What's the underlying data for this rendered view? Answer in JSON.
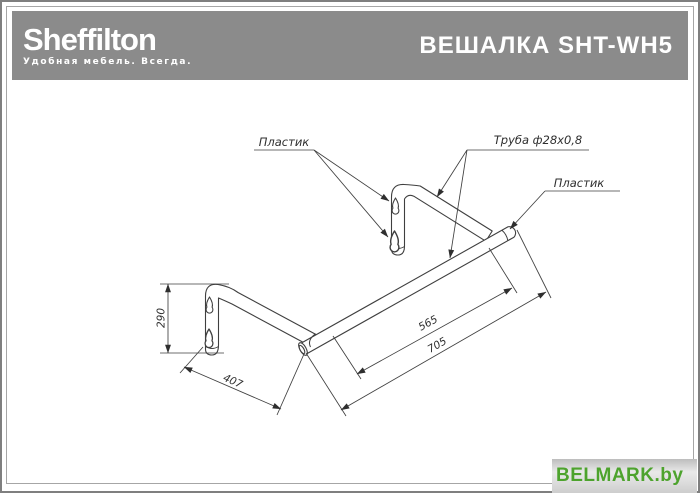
{
  "header": {
    "logo": "Sheffilton",
    "tagline": "Удобная мебель. Всегда.",
    "title": "ВЕШАЛКА SHT-WH5"
  },
  "drawing": {
    "labels": {
      "plastic_left": "Пластик",
      "tube": "Труба ф28х0,8",
      "plastic_right": "Пластик"
    },
    "dimensions": {
      "bracket_height": "290",
      "bracket_depth": "407",
      "inner_span": "565",
      "bar_length": "705"
    }
  },
  "footer": {
    "watermark": "BELMARK.by"
  },
  "colors": {
    "header_bg": "#8b8b8b",
    "header_text": "#ffffff",
    "line": "#3f3f3f",
    "watermark_green": "#4da32d"
  }
}
